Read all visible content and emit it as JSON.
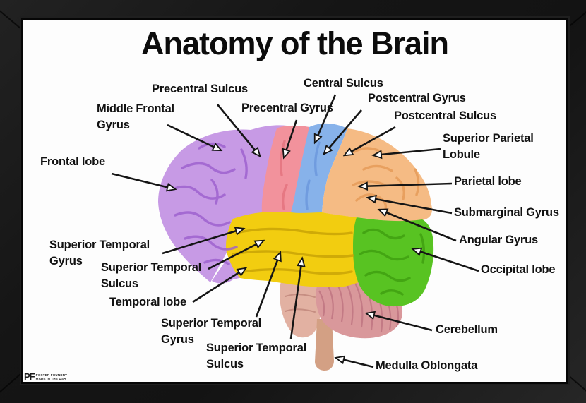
{
  "poster": {
    "title": "Anatomy of the Brain",
    "labels": [
      {
        "id": "precentral-sulcus",
        "text": "Precentral Sulcus"
      },
      {
        "id": "middle-frontal-gyrus",
        "text": "Middle Frontal Gyrus"
      },
      {
        "id": "frontal-lobe",
        "text": "Frontal lobe"
      },
      {
        "id": "precentral-gyrus",
        "text": "Precentral Gyrus"
      },
      {
        "id": "central-sulcus",
        "text": "Central Sulcus"
      },
      {
        "id": "postcentral-gyrus",
        "text": "Postcentral Gyrus"
      },
      {
        "id": "postcentral-sulcus",
        "text": "Postcentral Sulcus"
      },
      {
        "id": "superior-parietal-lobule",
        "text": "Superior Parietal Lobule"
      },
      {
        "id": "parietal-lobe",
        "text": "Parietal lobe"
      },
      {
        "id": "submarginal-gyrus",
        "text": "Submarginal Gyrus"
      },
      {
        "id": "angular-gyrus",
        "text": "Angular Gyrus"
      },
      {
        "id": "occipital-lobe",
        "text": "Occipital lobe"
      },
      {
        "id": "superior-temporal-gyrus-1",
        "text": "Superior Temporal Gyrus"
      },
      {
        "id": "superior-temporal-sulcus-1",
        "text": "Superior Temporal Sulcus"
      },
      {
        "id": "temporal-lobe",
        "text": "Temporal lobe"
      },
      {
        "id": "superior-temporal-gyrus-2",
        "text": "Superior Temporal Gyrus"
      },
      {
        "id": "superior-temporal-sulcus-2",
        "text": "Superior Temporal Sulcus"
      },
      {
        "id": "cerebellum",
        "text": "Cerebellum"
      },
      {
        "id": "medulla-oblongata",
        "text": "Medulla Oblongata"
      }
    ],
    "logo": {
      "initials": "PF",
      "line1": "POSTER FOUNDRY",
      "line2": "MADE IN THE USA"
    },
    "colors": {
      "frame": "#161616",
      "poster_background": "#fdfdfd",
      "frontal_lobe_purple": "#c79ae5",
      "precentral_gyrus_pink": "#f2929c",
      "postcentral_gyrus_blue": "#87b2ea",
      "parietal_lobe_orange": "#f5bb84",
      "temporal_lobe_yellow": "#f2cd10",
      "occipital_lobe_green": "#58c322",
      "cerebellum_pink": "#d9989b",
      "brainstem_tan": "#e2b1a2",
      "arrow_black": "#151515"
    }
  }
}
